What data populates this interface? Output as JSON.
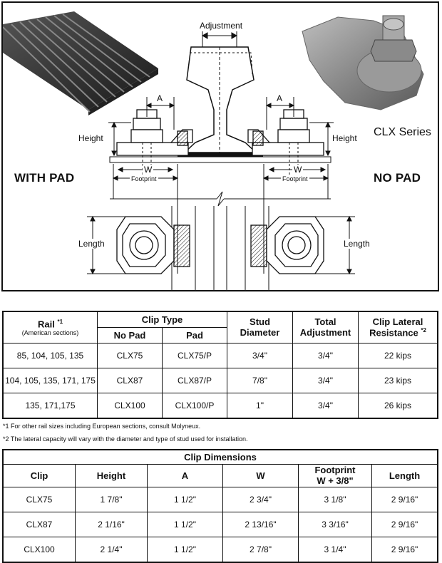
{
  "figure": {
    "left_label": "WITH PAD",
    "right_label": "NO PAD",
    "series_label": "CLX Series",
    "adjustment_label": "Adjustment",
    "a_label": "A",
    "height_label": "Height",
    "w_label": "W",
    "footprint_label": "Footprint",
    "length_label": "Length"
  },
  "table1": {
    "headers": {
      "rail": "Rail",
      "rail_note": "*1",
      "rail_sub": "(American sections)",
      "clip_type": "Clip Type",
      "no_pad": "No Pad",
      "pad": "Pad",
      "stud_diameter": [
        "Stud",
        "Diameter"
      ],
      "total_adjustment": [
        "Total",
        "Adjustment"
      ],
      "clip_lateral": [
        "Clip Lateral",
        "Resistance"
      ],
      "clip_lateral_note": "*2"
    },
    "rows": [
      {
        "rail": "85, 104, 105, 135",
        "no_pad": "CLX75",
        "pad": "CLX75/P",
        "stud": "3/4\"",
        "adjust": "3/4\"",
        "resistance": "22 kips"
      },
      {
        "rail": "104, 105, 135, 171, 175",
        "no_pad": "CLX87",
        "pad": "CLX87/P",
        "stud": "7/8\"",
        "adjust": "3/4\"",
        "resistance": "23 kips"
      },
      {
        "rail": "135, 171,175",
        "no_pad": "CLX100",
        "pad": "CLX100/P",
        "stud": "1\"",
        "adjust": "3/4\"",
        "resistance": "26 kips"
      }
    ],
    "footnotes": [
      "*1  For other rail sizes including European sections, consult Molyneux.",
      "*2  The lateral capacity will vary with the diameter and type of stud used for installation."
    ]
  },
  "table2": {
    "title": "Clip Dimensions",
    "headers": [
      "Clip",
      "Height",
      "A",
      "W",
      "Footprint",
      "Length"
    ],
    "footprint_sub": "W + 3/8\"",
    "rows": [
      {
        "clip": "CLX75",
        "height": "1 7/8\"",
        "a": "1 1/2\"",
        "w": "2 3/4\"",
        "footprint": "3 1/8\"",
        "length": "2 9/16\""
      },
      {
        "clip": "CLX87",
        "height": "2 1/16\"",
        "a": "1 1/2\"",
        "w": "2 13/16\"",
        "footprint": "3 3/16\"",
        "length": "2 9/16\""
      },
      {
        "clip": "CLX100",
        "height": "2 1/4\"",
        "a": "1 1/2\"",
        "w": "2 7/8\"",
        "footprint": "3 1/4\"",
        "length": "2 9/16\""
      }
    ]
  }
}
